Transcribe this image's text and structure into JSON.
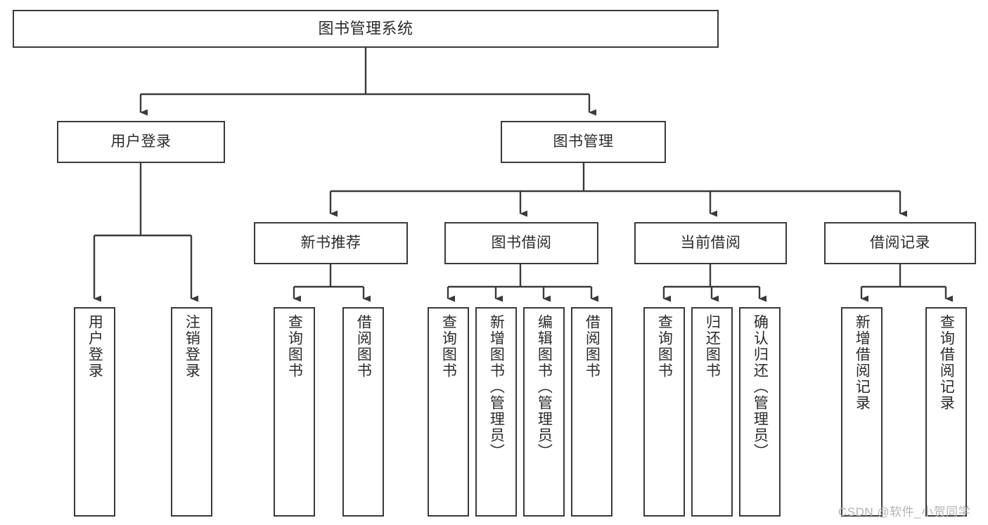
{
  "diagram": {
    "type": "tree-hierarchy",
    "title": "图书管理系统",
    "orientation": "top-down",
    "edge_color": "#3a3a3a",
    "node_border_color": "#3a3a3a",
    "node_fill_color": "#ffffff",
    "text_color": "#2b2b2b",
    "background_color": "#ffffff"
  },
  "nodes": {
    "root": {
      "label": "图书管理系统",
      "level": 0
    },
    "user_login": {
      "label": "用户登录",
      "level": 1
    },
    "book_manage": {
      "label": "图书管理",
      "level": 1
    },
    "new_book_rec": {
      "label": "新书推荐",
      "level": 2
    },
    "book_borrow": {
      "label": "图书借阅",
      "level": 2
    },
    "current_borrow": {
      "label": "当前借阅",
      "level": 2
    },
    "borrow_record": {
      "label": "借阅记录",
      "level": 2
    },
    "leaf_user_login": {
      "label": "用户登录",
      "level": 3
    },
    "leaf_user_logout": {
      "label": "注销登录",
      "level": 3
    },
    "leaf_rec_query": {
      "label": "查询图书",
      "level": 3
    },
    "leaf_rec_borrow": {
      "label": "借阅图书",
      "level": 3
    },
    "leaf_borrow_query": {
      "label": "查询图书",
      "level": 3
    },
    "leaf_borrow_add": {
      "label": "新增图书（管理员）",
      "level": 3
    },
    "leaf_borrow_edit": {
      "label": "编辑图书（管理员）",
      "level": 3
    },
    "leaf_borrow_lend": {
      "label": "借阅图书",
      "level": 3
    },
    "leaf_cur_query": {
      "label": "查询图书",
      "level": 3
    },
    "leaf_cur_return": {
      "label": "归还图书",
      "level": 3
    },
    "leaf_cur_confirm": {
      "label": "确认归还（管理员）",
      "level": 3
    },
    "leaf_rec_add": {
      "label": "新增借阅记录",
      "level": 3
    },
    "leaf_rec_search": {
      "label": "查询借阅记录",
      "level": 3
    }
  },
  "watermark": {
    "text": "CSDN @软件_小贺同学",
    "color": "#b4b4b4"
  }
}
